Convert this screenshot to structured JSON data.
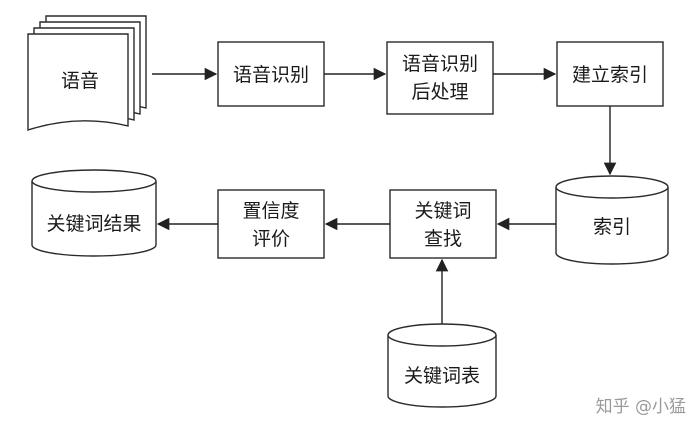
{
  "nodes": {
    "speech": "语音",
    "asr": "语音识别",
    "asr_post_1": "语音识别",
    "asr_post_2": "后处理",
    "build_index": "建立索引",
    "index": "索引",
    "kw_search_1": "关键词",
    "kw_search_2": "查找",
    "confidence_1": "置信度",
    "confidence_2": "评价",
    "kw_result": "关键词结果",
    "kw_table": "关键词表"
  },
  "watermark": "知乎 @小猛"
}
